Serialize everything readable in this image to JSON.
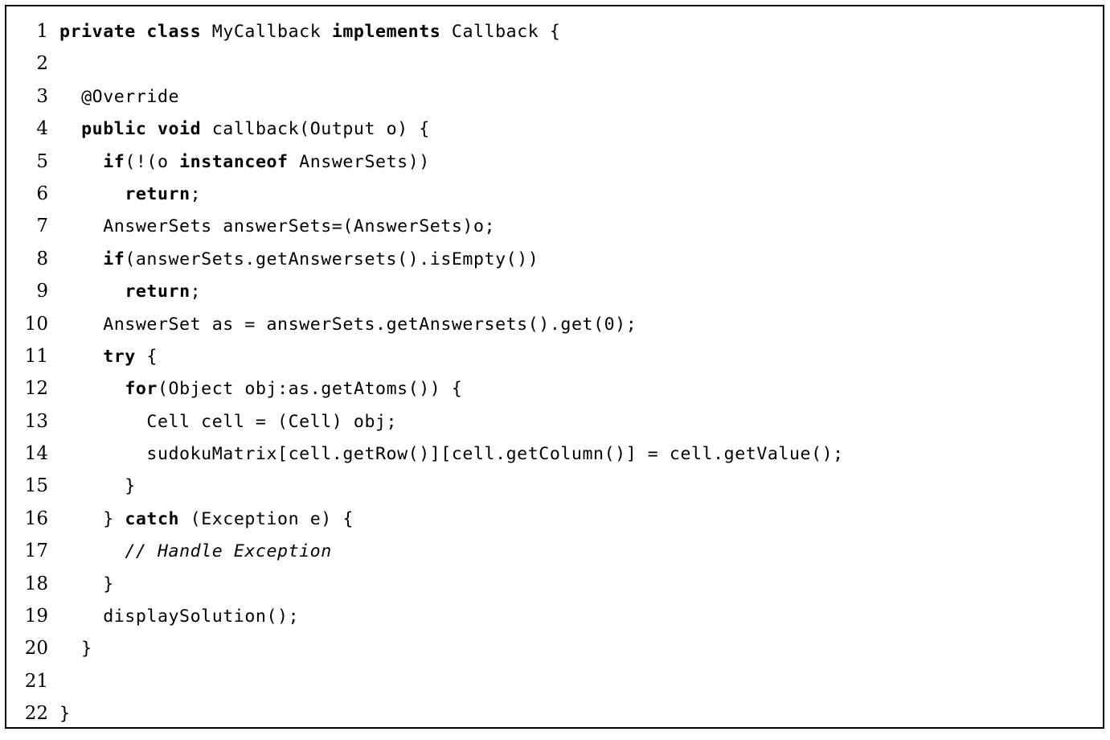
{
  "listing": {
    "language": "Java",
    "border_color": "#000000",
    "text_color": "#000000",
    "background_color": "#ffffff",
    "first_line_number": 1,
    "last_line_number": 22,
    "lines": [
      {
        "num": "1",
        "code": "private class MyCallback implements Callback {"
      },
      {
        "num": "2",
        "code": ""
      },
      {
        "num": "3",
        "code": "  @Override"
      },
      {
        "num": "4",
        "code": "  public void callback(Output o) {"
      },
      {
        "num": "5",
        "code": "    if(!(o instanceof AnswerSets))"
      },
      {
        "num": "6",
        "code": "      return;"
      },
      {
        "num": "7",
        "code": "    AnswerSets answerSets=(AnswerSets)o;"
      },
      {
        "num": "8",
        "code": "    if(answerSets.getAnswersets().isEmpty())"
      },
      {
        "num": "9",
        "code": "      return;"
      },
      {
        "num": "10",
        "code": "    AnswerSet as = answerSets.getAnswersets().get(0);"
      },
      {
        "num": "11",
        "code": "    try {"
      },
      {
        "num": "12",
        "code": "      for(Object obj:as.getAtoms()) {"
      },
      {
        "num": "13",
        "code": "        Cell cell = (Cell) obj;"
      },
      {
        "num": "14",
        "code": "        sudokuMatrix[cell.getRow()][cell.getColumn()] = cell.getValue();"
      },
      {
        "num": "15",
        "code": "      }"
      },
      {
        "num": "16",
        "code": "    } catch (Exception e) {"
      },
      {
        "num": "17",
        "code": "      // Handle Exception"
      },
      {
        "num": "18",
        "code": "    }"
      },
      {
        "num": "19",
        "code": "    displaySolution();"
      },
      {
        "num": "20",
        "code": "  }"
      },
      {
        "num": "21",
        "code": ""
      },
      {
        "num": "22",
        "code": "}"
      }
    ],
    "keywords": [
      "private",
      "class",
      "implements",
      "public",
      "void",
      "if",
      "instanceof",
      "return",
      "try",
      "for",
      "catch"
    ],
    "comment_lines": [
      "17"
    ]
  }
}
